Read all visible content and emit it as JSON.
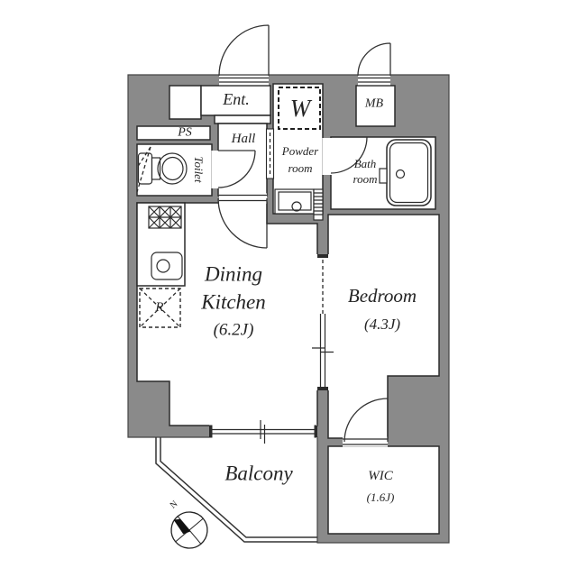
{
  "floorplan": {
    "rooms": {
      "entrance": {
        "label": "Ent."
      },
      "hall": {
        "label": "Hall"
      },
      "pipe_space": {
        "label": "PS"
      },
      "toilet": {
        "label": "Toilet"
      },
      "washer_space": {
        "label": "W"
      },
      "powder_room": {
        "line1": "Powder",
        "line2": "room"
      },
      "meter_box": {
        "label": "MB"
      },
      "bath_room": {
        "line1": "Bath",
        "line2": "room"
      },
      "dining_kitchen": {
        "line1": "Dining",
        "line2": "Kitchen",
        "area": "(6.2J)"
      },
      "bedroom": {
        "label": "Bedroom",
        "area": "(4.3J)"
      },
      "balcony": {
        "label": "Balcony"
      },
      "wic": {
        "label": "WIC",
        "area": "(1.6J)"
      },
      "refrigerator_space": {
        "label": "R"
      }
    },
    "compass": {
      "north_label": "N"
    },
    "colors": {
      "wall": "#8a8a8a",
      "line": "#2b2b2b",
      "floor": "#ffffff"
    }
  }
}
